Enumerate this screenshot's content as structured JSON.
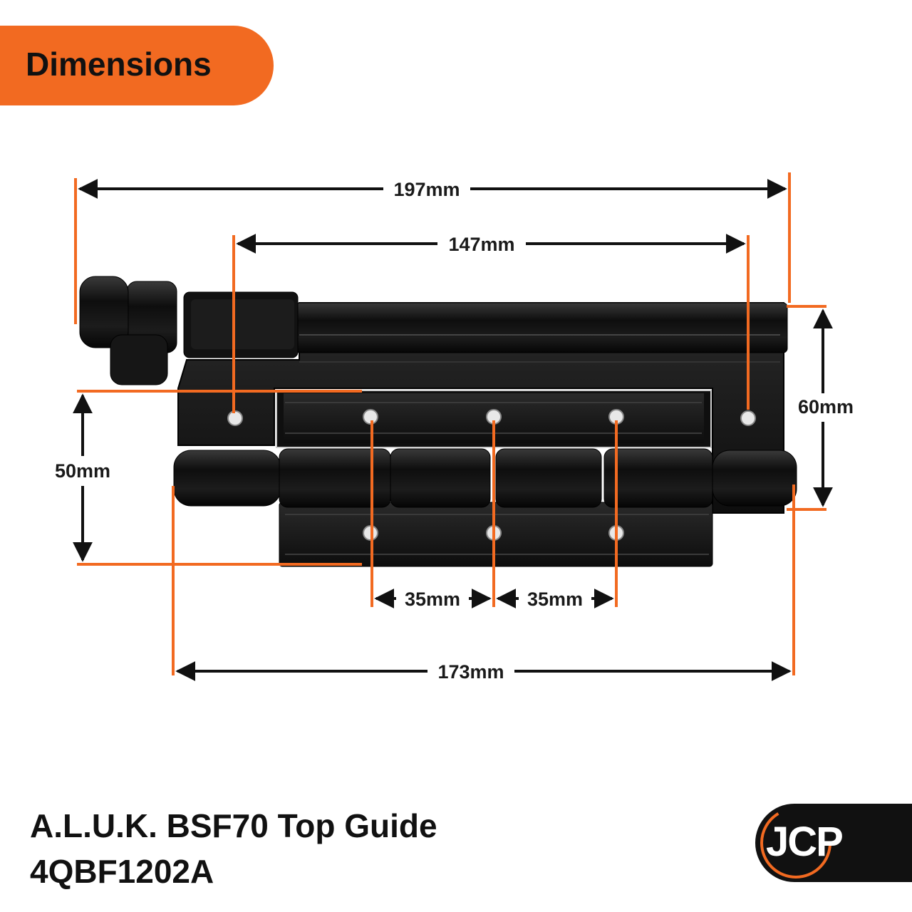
{
  "header": {
    "title": "Dimensions"
  },
  "dimensions": {
    "overall_length": "197mm",
    "fixing_centres": "147mm",
    "height": "60mm",
    "leaf_height": "50mm",
    "hole_spacing_1": "35mm",
    "hole_spacing_2": "35mm",
    "barrel_length": "173mm"
  },
  "product": {
    "name": "A.L.U.K. BSF70 Top Guide",
    "code": "4QBF1202A"
  },
  "logo": {
    "text": "JCP"
  },
  "colors": {
    "accent": "#f26a21",
    "dimension_line": "#111111",
    "product_finish": "#141414"
  }
}
